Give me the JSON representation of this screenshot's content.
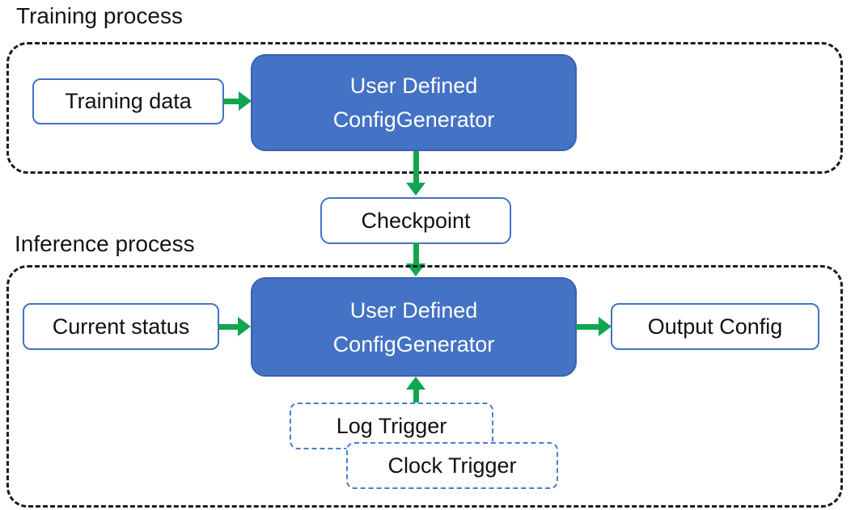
{
  "colors": {
    "node-blue": "#4472C4",
    "node-blue-border": "#3B62A9",
    "outline-blue": "#4472C4",
    "trigger-blue": "#4A7CC9",
    "arrow-green": "#12A551",
    "dash-black": "#1B1B1B",
    "text-dark": "#111111",
    "text-light": "#FFFFFF"
  },
  "training": {
    "title": "Training process",
    "input_box": "Training data",
    "generator": {
      "line1": "User Defined",
      "line2": "ConfigGenerator"
    }
  },
  "checkpoint": {
    "label": "Checkpoint"
  },
  "inference": {
    "title": "Inference process",
    "input_box": "Current status",
    "generator": {
      "line1": "User Defined",
      "line2": "ConfigGenerator"
    },
    "output_box": "Output Config",
    "log_trigger": "Log Trigger",
    "clock_trigger": "Clock Trigger"
  }
}
